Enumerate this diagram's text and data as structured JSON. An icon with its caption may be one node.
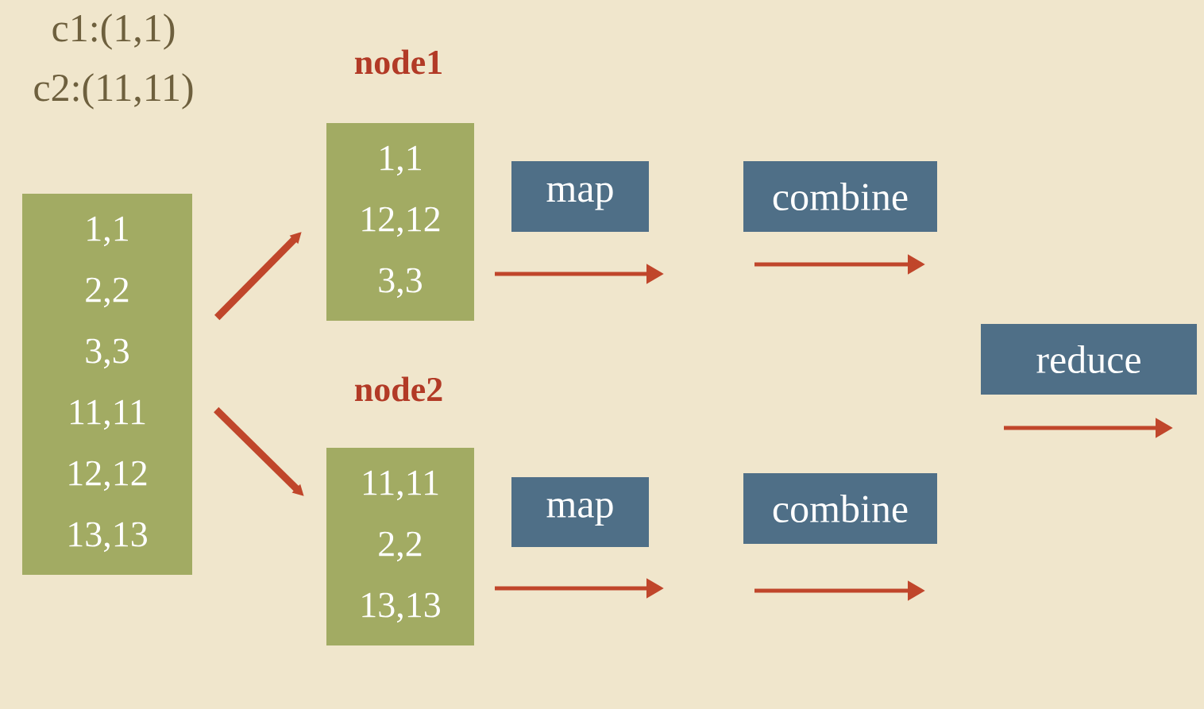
{
  "diagram": {
    "nodes": [
      {
        "text": [
          "1,1",
          "2,2",
          "3,3",
          "11,11",
          "12,12",
          "13,13"
        ]
      },
      {
        "text": [
          "node1",
          "1,1",
          "12,12",
          "3,3"
        ]
      },
      {
        "text": [
          "node2",
          "11,11",
          "2,2",
          "13,13"
        ]
      },
      {
        "text": [
          "map"
        ]
      },
      {
        "text": [
          "combine"
        ]
      },
      {
        "text": [
          "map"
        ]
      },
      {
        "text": [
          "combine"
        ]
      },
      {
        "text": [
          "reduce"
        ]
      }
    ],
    "edges": [
      {
        "from": 0,
        "to": 1,
        "arrow": "to"
      },
      {
        "from": 0,
        "to": 2,
        "arrow": "to"
      }
    ],
    "labels": [
      "c1:(1,1)",
      "c2:(11,11)"
    ]
  }
}
